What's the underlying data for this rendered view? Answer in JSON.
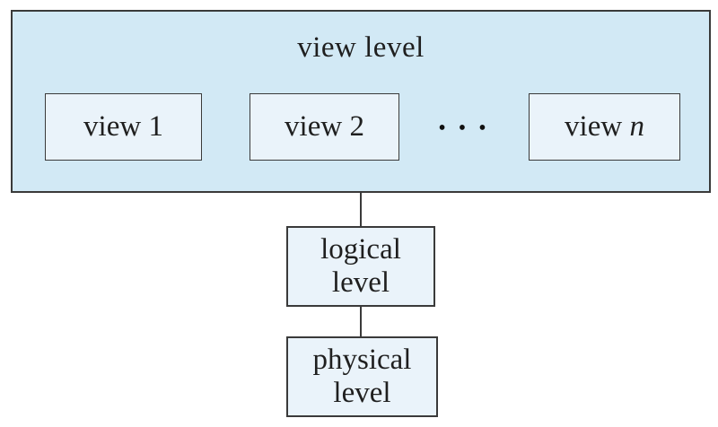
{
  "figure": {
    "title": "view level",
    "views": [
      {
        "text": "view 1",
        "var": ""
      },
      {
        "text": "view 2",
        "var": ""
      },
      {
        "text": "view ",
        "var": "n"
      }
    ],
    "ellipsis": "• • •",
    "logical": {
      "line1": "logical",
      "line2": "level"
    },
    "physical": {
      "line1": "physical",
      "line2": "level"
    }
  },
  "colors": {
    "outer_fill": "#d2e9f5",
    "inner_fill": "#eaf3fa",
    "border": "#3a3a3a",
    "text": "#1f1f1f"
  }
}
